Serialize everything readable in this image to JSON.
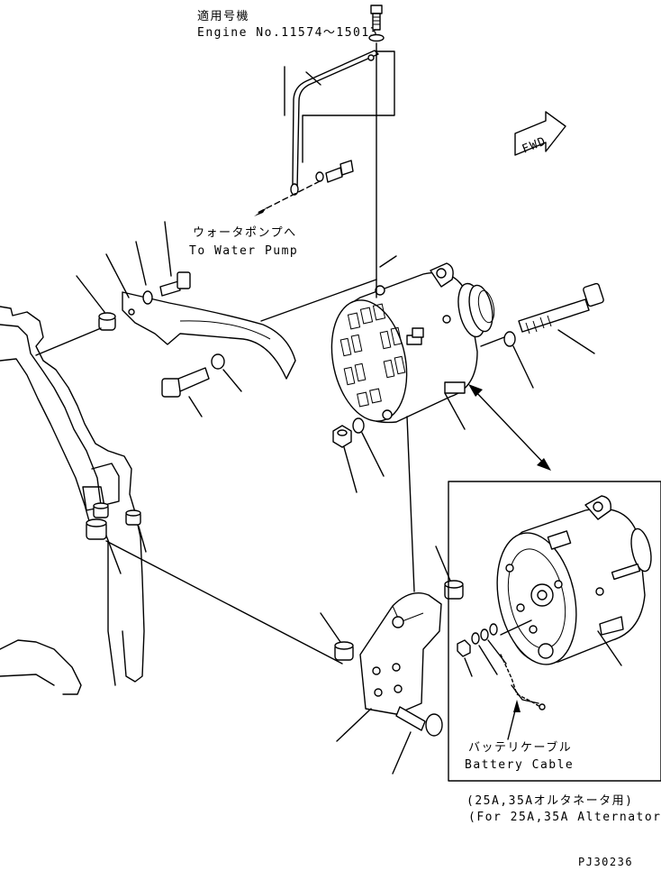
{
  "header_note": {
    "line1": "適用号機",
    "line2": "Engine No.11574～15013"
  },
  "water_pump": {
    "jp": "ウォータポンプへ",
    "en": "To Water Pump"
  },
  "forward_label": "FWD",
  "battery_cable": {
    "jp": "バッテリケーブル",
    "en": "Battery Cable"
  },
  "alternator_note": {
    "jp": "(25A,35Aオルタネータ用)",
    "en": "(For 25A,35A Alternator)"
  },
  "drawing_code": "PJ30236"
}
